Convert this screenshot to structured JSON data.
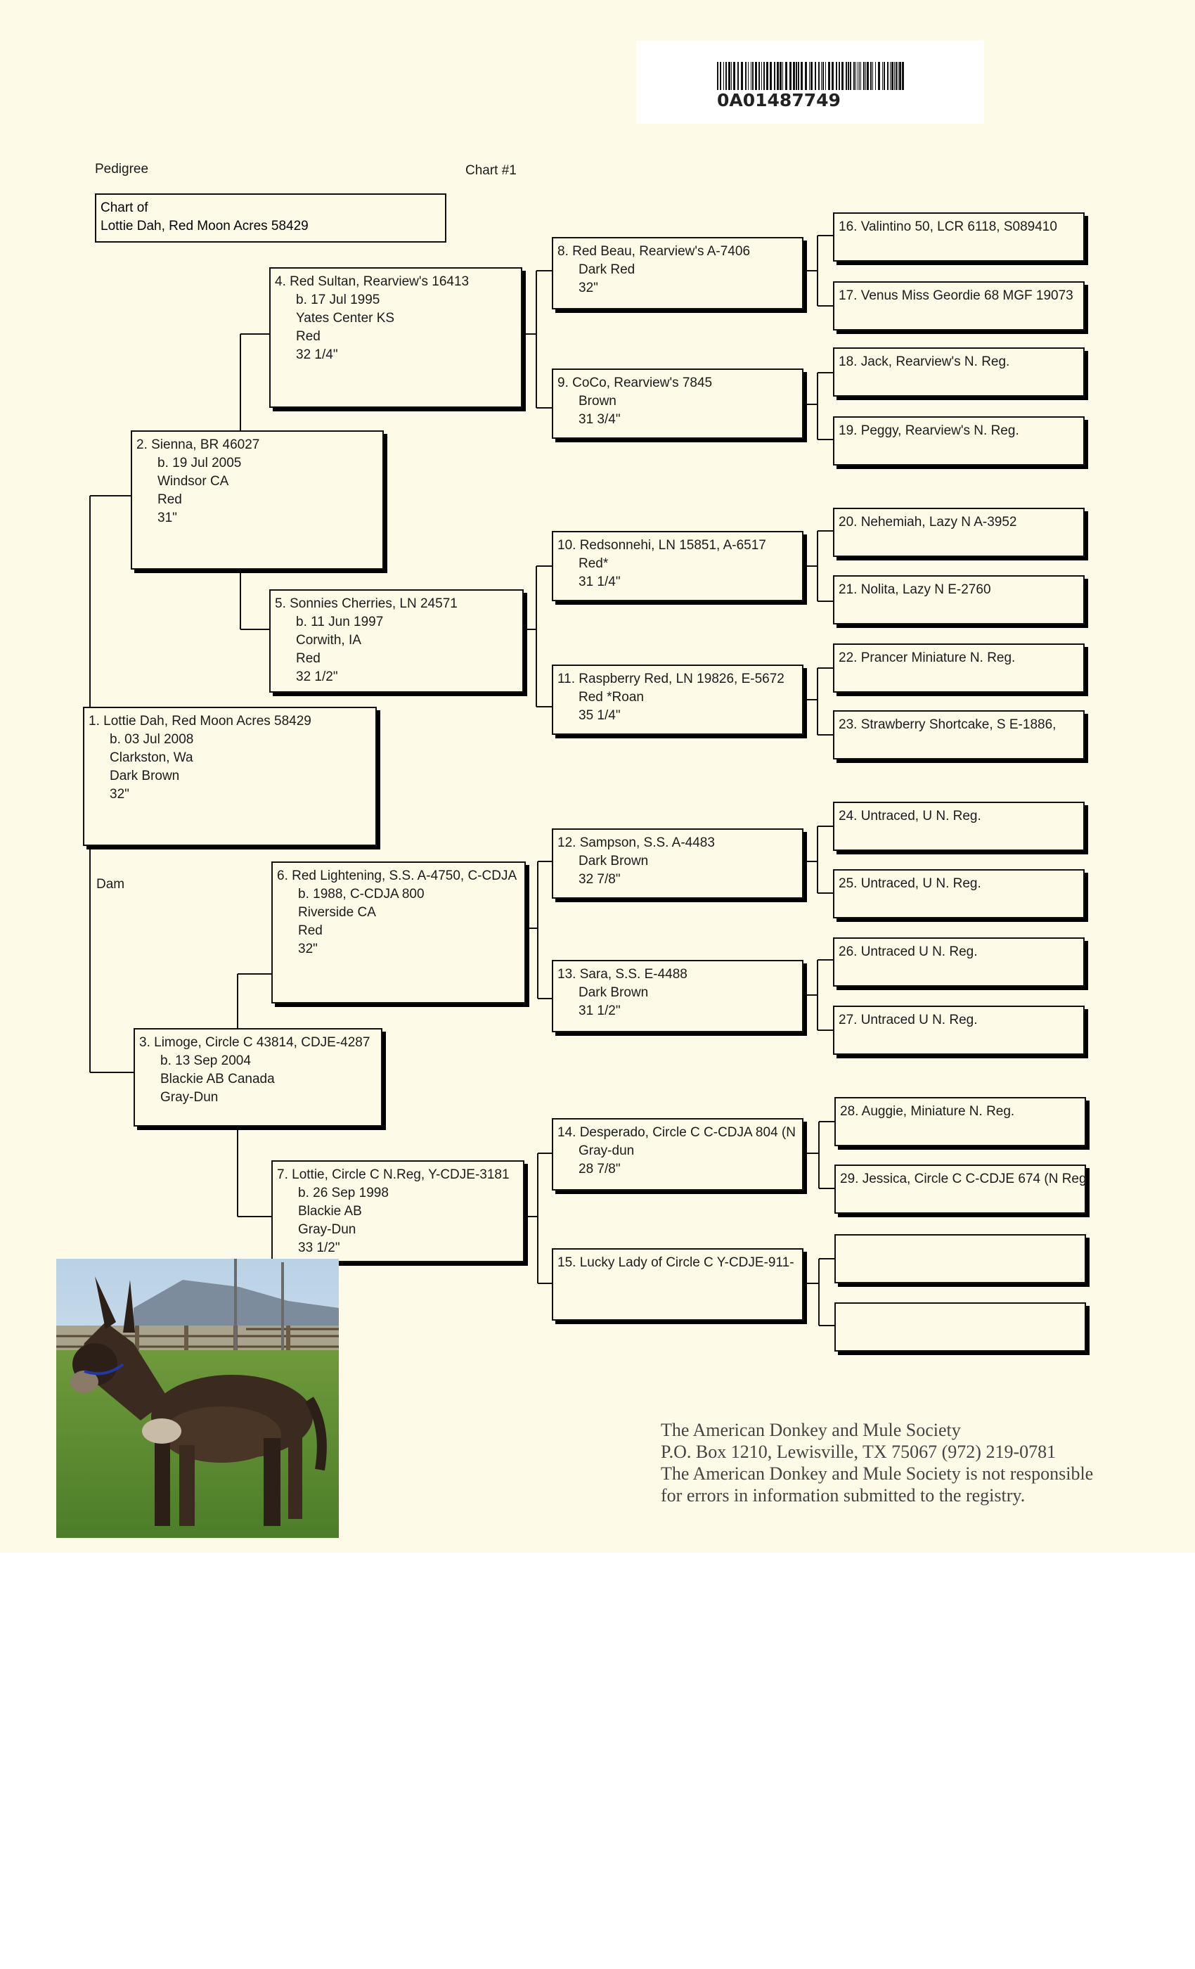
{
  "header": {
    "barcode_number": "0A01487749",
    "pedigree_label": "Pedigree",
    "chart_label": "Chart #1",
    "chart_of_label": "Chart of",
    "chart_of_name": "Lottie Dah, Red Moon Acres 58429",
    "dam_label": "Dam"
  },
  "animals": {
    "a1": {
      "lines": [
        "1. Lottie Dah, Red Moon Acres 58429",
        "b. 03 Jul 2008",
        "Clarkston, Wa",
        "Dark Brown",
        "32\""
      ]
    },
    "a2": {
      "lines": [
        "2. Sienna, BR 46027",
        "b. 19 Jul 2005",
        "Windsor CA",
        "Red",
        "31\""
      ]
    },
    "a3": {
      "lines": [
        "3. Limoge, Circle C 43814, CDJE-4287",
        "b. 13 Sep 2004",
        "Blackie AB Canada",
        "Gray-Dun"
      ]
    },
    "a4": {
      "lines": [
        "4. Red Sultan, Rearview's 16413",
        "b. 17 Jul 1995",
        "Yates Center KS",
        "Red",
        "32 1/4\""
      ]
    },
    "a5": {
      "lines": [
        "5. Sonnies Cherries, LN 24571",
        "b. 11 Jun 1997",
        "Corwith, IA",
        "Red",
        "32 1/2\""
      ]
    },
    "a6": {
      "lines": [
        "6. Red Lightening, S.S. A-4750, C-CDJA",
        "b.        1988, C-CDJA 800",
        "Riverside CA",
        "Red",
        "32\""
      ]
    },
    "a7": {
      "lines": [
        "7. Lottie, Circle C N.Reg, Y-CDJE-3181",
        "b. 26 Sep 1998",
        "Blackie AB",
        "Gray-Dun",
        "33 1/2\""
      ]
    },
    "a8": {
      "lines": [
        "8. Red Beau, Rearview's A-7406",
        "Dark Red",
        "32\""
      ]
    },
    "a9": {
      "lines": [
        "9. CoCo, Rearview's 7845",
        "Brown",
        "31 3/4\""
      ]
    },
    "a10": {
      "lines": [
        "10. Redsonnehi, LN 15851, A-6517",
        "Red*",
        "31 1/4\""
      ]
    },
    "a11": {
      "lines": [
        "11. Raspberry Red, LN 19826, E-5672",
        "Red *Roan",
        "35 1/4\""
      ]
    },
    "a12": {
      "lines": [
        "12. Sampson, S.S. A-4483",
        "Dark Brown",
        "32 7/8\""
      ]
    },
    "a13": {
      "lines": [
        "13. Sara, S.S. E-4488",
        "Dark Brown",
        "31 1/2\""
      ]
    },
    "a14": {
      "lines": [
        "14. Desperado, Circle C C-CDJA 804 (N",
        "Gray-dun",
        "28 7/8\""
      ]
    },
    "a15": {
      "lines": [
        "15. Lucky Lady of Circle C Y-CDJE-911-"
      ]
    },
    "a16": {
      "lines": [
        "16. Valintino 50, LCR 6118, S089410"
      ]
    },
    "a17": {
      "lines": [
        "17. Venus Miss Geordie 68 MGF 19073"
      ]
    },
    "a18": {
      "lines": [
        "18. Jack, Rearview's N. Reg."
      ]
    },
    "a19": {
      "lines": [
        "19. Peggy, Rearview's N. Reg."
      ]
    },
    "a20": {
      "lines": [
        "20. Nehemiah, Lazy N A-3952"
      ]
    },
    "a21": {
      "lines": [
        "21. Nolita, Lazy N E-2760"
      ]
    },
    "a22": {
      "lines": [
        "22. Prancer Miniature N. Reg."
      ]
    },
    "a23": {
      "lines": [
        "23. Strawberry Shortcake, S E-1886,"
      ]
    },
    "a24": {
      "lines": [
        "24. Untraced, U N. Reg."
      ]
    },
    "a25": {
      "lines": [
        "25. Untraced, U N. Reg."
      ]
    },
    "a26": {
      "lines": [
        "26. Untraced U N. Reg."
      ]
    },
    "a27": {
      "lines": [
        "27. Untraced U N. Reg."
      ]
    },
    "a28": {
      "lines": [
        "28. Auggie, Miniature N. Reg."
      ]
    },
    "a29": {
      "lines": [
        "29. Jessica, Circle C C-CDJE 674  (N Reg"
      ]
    },
    "a30": {
      "lines": []
    },
    "a31": {
      "lines": []
    }
  },
  "footer": {
    "lines": [
      "The American Donkey and Mule Society",
      "P.O. Box 1210, Lewisville, TX 75067      (972) 219-0781",
      "The American Donkey and Mule Society is not responsible",
      "for errors in information submitted to the registry."
    ]
  },
  "photo": {
    "subject": "donkey-photo"
  }
}
